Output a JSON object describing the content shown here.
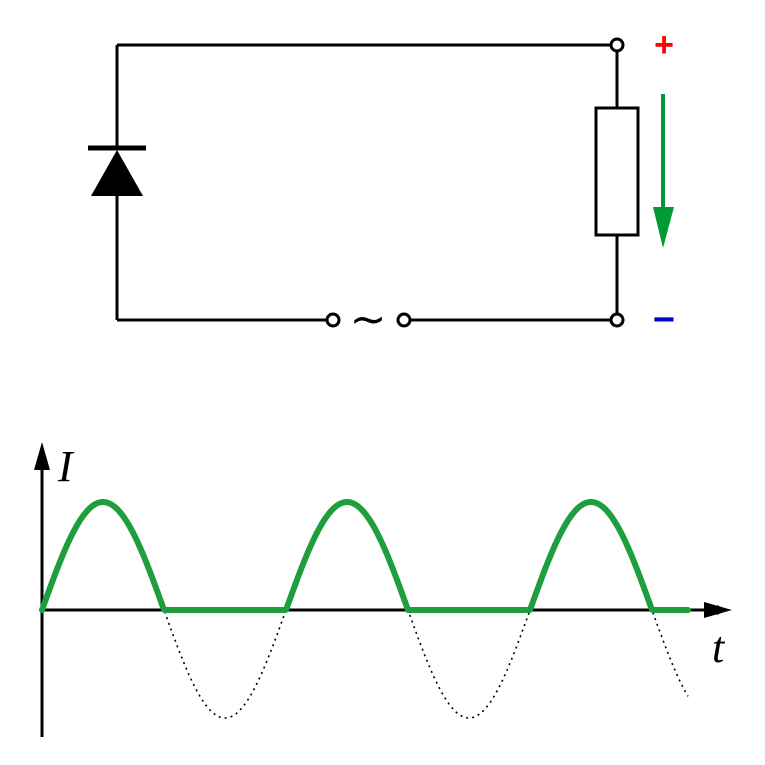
{
  "circuit": {
    "ac_source_symbol": "~",
    "output_plus": "+",
    "output_minus": "−",
    "colors": {
      "wire": "#000000",
      "plus": "#ff0000",
      "minus": "#0000cc",
      "current_arrow": "#009933"
    },
    "icons": [
      "diode-icon",
      "resistor-icon",
      "ac-source-icon",
      "current-direction-arrow-icon",
      "terminal-icon"
    ]
  },
  "waveform": {
    "y_axis_label": "I",
    "x_axis_label": "t",
    "colors": {
      "rectified": "#1e9e3c",
      "source": "#000000",
      "axes": "#000000"
    },
    "rectification": "half-wave",
    "periods_shown": 2.65
  }
}
